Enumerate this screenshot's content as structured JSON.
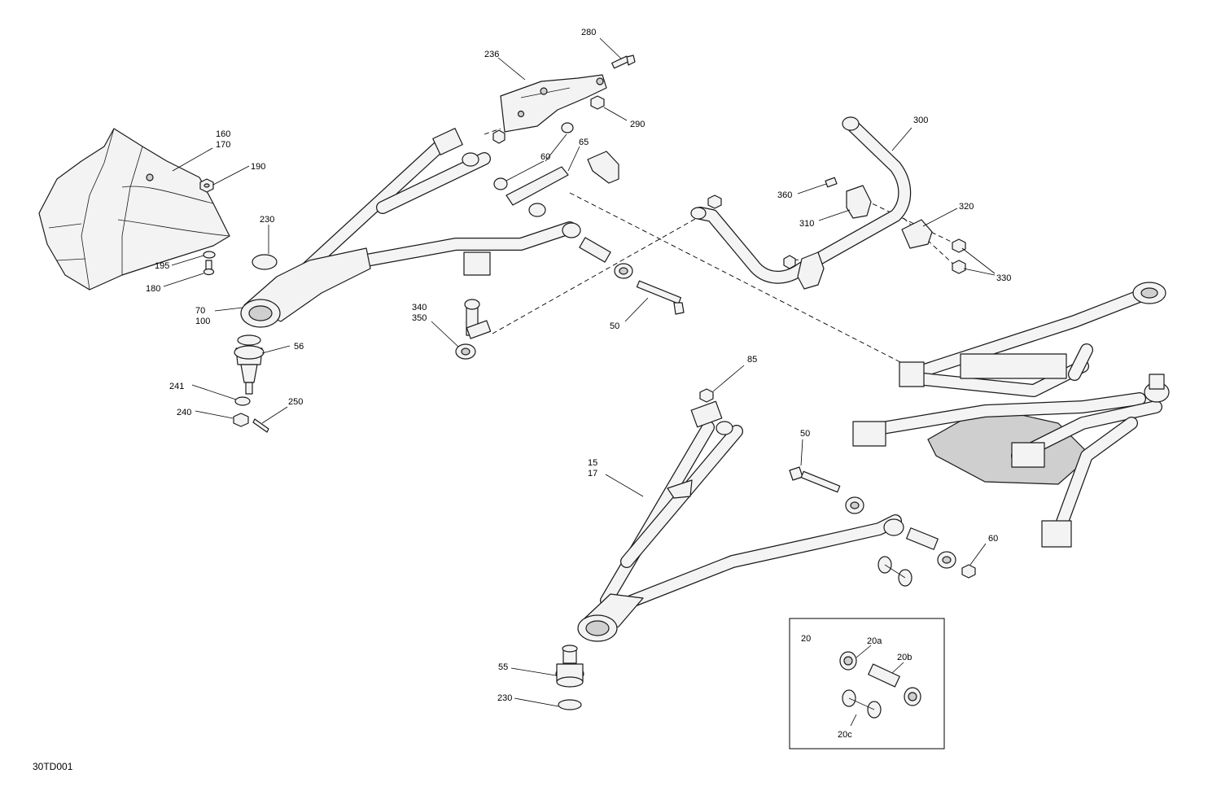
{
  "drawing_id": "30TD001",
  "callouts": {
    "c280": "280",
    "c236": "236",
    "c290": "290",
    "c300": "300",
    "c160": "160",
    "c170": "170",
    "c190": "190",
    "c60a": "60",
    "c65": "65",
    "c360": "360",
    "c310": "310",
    "c320": "320",
    "c230a": "230",
    "c330": "330",
    "c195": "195",
    "c180": "180",
    "c70": "70",
    "c100": "100",
    "c340": "340",
    "c350": "350",
    "c50a": "50",
    "c56": "56",
    "c85": "85",
    "c241": "241",
    "c250": "250",
    "c240": "240",
    "c50b": "50",
    "c15": "15",
    "c17": "17",
    "c60b": "60",
    "c55": "55",
    "c230b": "230"
  },
  "inset": {
    "c20": "20",
    "c20a": "20a",
    "c20b": "20b",
    "c20c": "20c"
  }
}
